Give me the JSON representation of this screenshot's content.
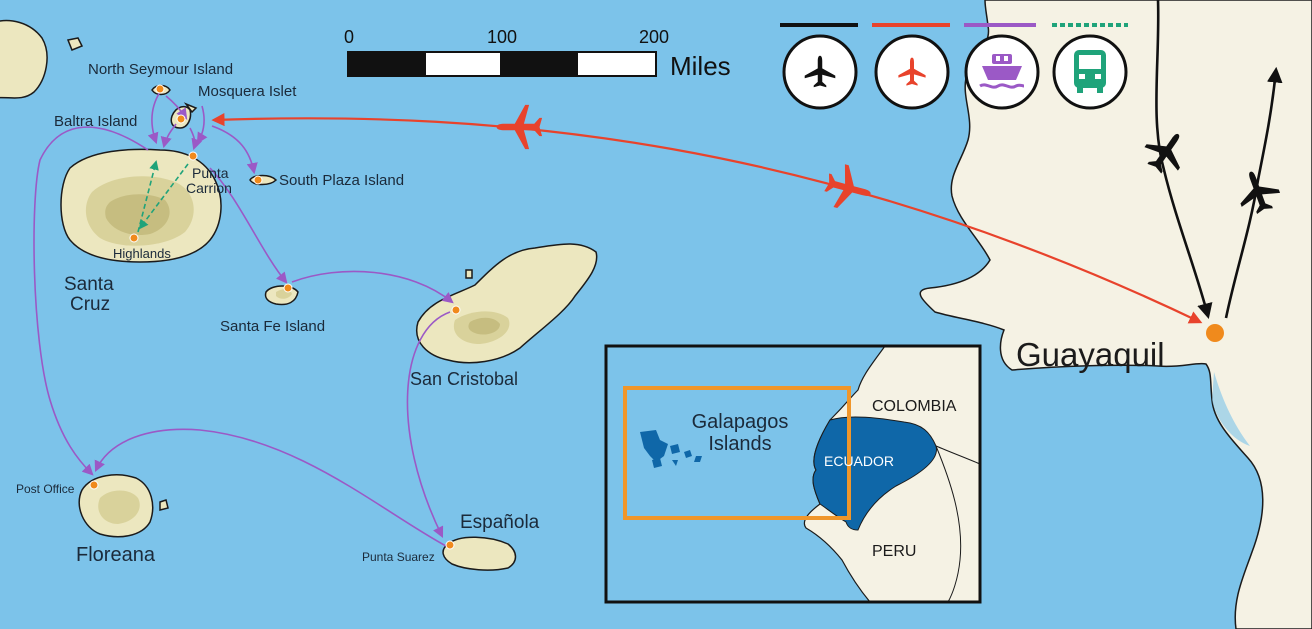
{
  "colors": {
    "ocean": "#7cc3ea",
    "land": "#f5f2e4",
    "island": "#ece7bf",
    "island_mid": "#d9d29b",
    "island_high": "#c6bd80",
    "boat_route": "#9b59c6",
    "flight_route": "#e8432c",
    "bus_route": "#1fa37a",
    "international_flight": "#111111",
    "location_dot": "#f08a1c",
    "ecuador": "#0f67a8",
    "inset_frame": "#f0962a"
  },
  "scale_bar": {
    "ticks": [
      "0",
      "100",
      "200"
    ],
    "unit": "Miles"
  },
  "legend": [
    {
      "icon": "plane-icon",
      "mode": "international-flight"
    },
    {
      "icon": "plane-icon",
      "mode": "domestic-flight"
    },
    {
      "icon": "ship-icon",
      "mode": "boat"
    },
    {
      "icon": "bus-icon",
      "mode": "bus"
    }
  ],
  "islands": {
    "santa_cruz": "Santa Cruz",
    "santa_cruz_line1": "Santa",
    "santa_cruz_line2": "Cruz",
    "floreana": "Floreana",
    "espanola": "Española",
    "san_cristobal": "San Cristobal"
  },
  "places": {
    "north_seymour": "North Seymour Island",
    "mosquera": "Mosquera Islet",
    "baltra": "Baltra Island",
    "punta_carrion_line1": "Punta",
    "punta_carrion_line2": "Carrion",
    "south_plaza": "South Plaza Island",
    "highlands": "Highlands",
    "santa_fe": "Santa Fe Island",
    "post_office": "Post Office",
    "punta_suarez": "Punta Suarez"
  },
  "mainland": {
    "city": "Guayaquil"
  },
  "inset": {
    "galapagos_line1": "Galapagos",
    "galapagos_line2": "Islands",
    "colombia": "COLOMBIA",
    "ecuador": "ECUADOR",
    "peru": "PERU"
  }
}
